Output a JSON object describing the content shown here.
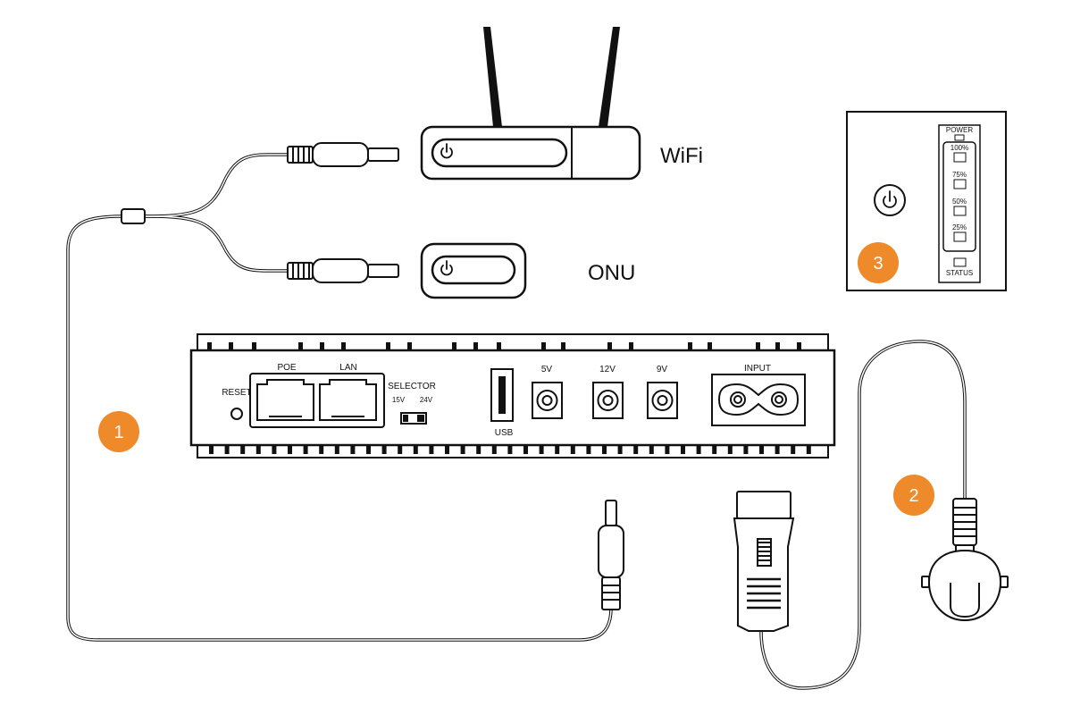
{
  "devices": {
    "wifi_label": "WiFi",
    "onu_label": "ONU"
  },
  "ups": {
    "reset": "RESET",
    "poe": "POE",
    "lan": "LAN",
    "selector": "SELECTOR",
    "v15": "15V",
    "v24": "24V",
    "usb": "USB",
    "out_5v": "5V",
    "out_12v": "12V",
    "out_9v": "9V",
    "input": "INPUT"
  },
  "panel": {
    "power": "POWER",
    "levels": [
      "100%",
      "75%",
      "50%",
      "25%"
    ],
    "status": "STATUS"
  },
  "steps": [
    "1",
    "2",
    "3"
  ],
  "colors": {
    "accent": "#EE8A2A",
    "line": "#111111"
  }
}
